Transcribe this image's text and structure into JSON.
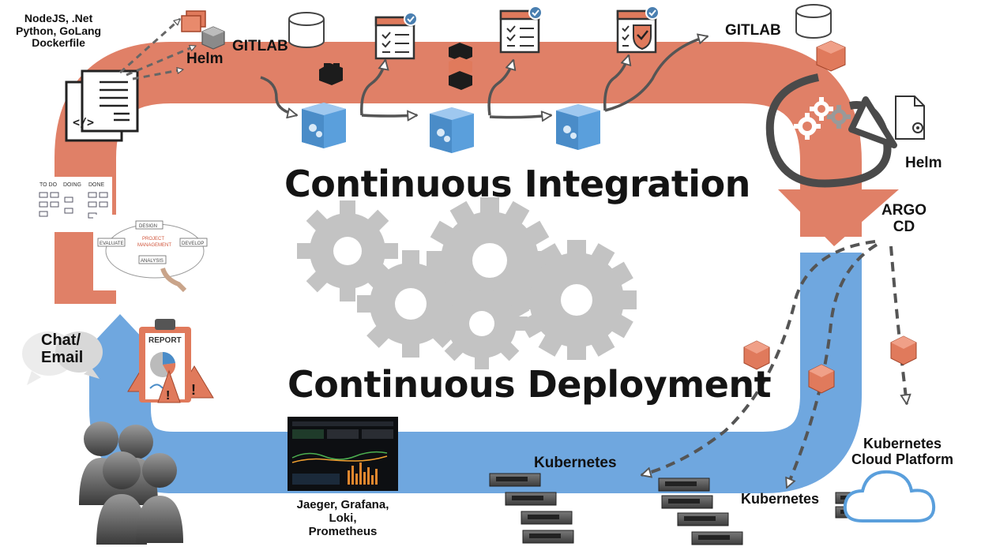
{
  "titles": {
    "ci": "Continuous Integration",
    "cd": "Continuous Deployment"
  },
  "labels": {
    "languages": [
      "NodeJS, .Net",
      "Python, GoLang",
      "Dockerfile"
    ],
    "helm_top": "Helm",
    "gitlab_left": "GITLAB",
    "gitlab_right": "GITLAB",
    "helm_right": "Helm",
    "argo": [
      "ARGO",
      "CD"
    ],
    "chat": [
      "Chat/",
      "Email"
    ],
    "report": "REPORT",
    "observability": [
      "Jaeger, Grafana,",
      "Loki,",
      "Prometheus"
    ],
    "kubernetes_bottom": "Kubernetes",
    "kubernetes_right": "Kubernetes",
    "cloud": [
      "Kubernetes",
      "Cloud Platform"
    ],
    "kanban_headers": [
      "TO DO",
      "DOING",
      "DONE"
    ],
    "pm_center": [
      "PROJECT",
      "MANAGEMENT"
    ],
    "pm_steps": [
      "DESIGN",
      "DEVELOP",
      "ANALYSIS",
      "EVALUATE"
    ]
  },
  "colors": {
    "ci_band": "#e08067",
    "cd_band": "#6fa7df",
    "gear": "#c3c3c3",
    "container_box": "#e07a5c",
    "build_cube": "#5a9fdc",
    "arrow": "#555555"
  },
  "icons": [
    "code-file-icon",
    "container-icon",
    "database-icon",
    "checklist-icon",
    "shield-check-icon",
    "build-cube-icon",
    "settings-file-icon",
    "gears-icon",
    "report-clipboard-icon",
    "chat-bubbles-icon",
    "users-group-icon",
    "dashboard-screenshot",
    "server-rack-icon",
    "cloud-icon",
    "kanban-board",
    "project-management-sketch"
  ]
}
